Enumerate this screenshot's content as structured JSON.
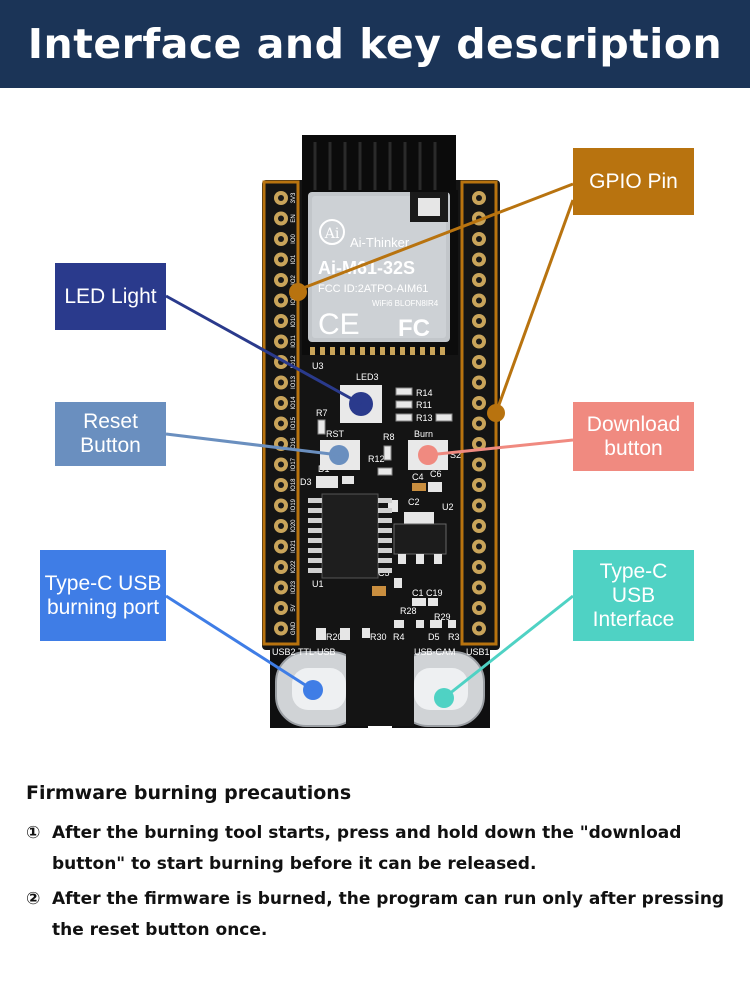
{
  "header": {
    "title": "Interface and key description"
  },
  "callouts": {
    "led": "LED Light",
    "reset": "Reset\nButton",
    "typec_burn": "Type-C USB\nburning port",
    "gpio": "GPIO Pin",
    "download": "Download\nbutton",
    "typec_iface": "Type-C USB\nInterface"
  },
  "colors": {
    "header_bg": "#1b3457",
    "led": "#2a3a8c",
    "reset": "#6a8fbf",
    "typec_burn": "#3f7de6",
    "gpio": "#b8730f",
    "download": "#f08a80",
    "typec_iface": "#4fd2c4"
  },
  "module": {
    "logo": "Ai",
    "brand": "Ai-Thinker",
    "model": "Ai-M61-32S",
    "fcc": "FCC ID:2ATPO-AIM61",
    "wifi": "WiFi6  BLOFN8IR4",
    "ce": "CE",
    "fc": "FC"
  },
  "silkscreen": {
    "u3": "U3",
    "led3": "LED3",
    "rst": "RST",
    "burn": "Burn",
    "r14": "R14",
    "r11": "R11",
    "r13": "R13",
    "r7": "R7",
    "r8": "R8",
    "r12": "R12",
    "s2": "S2",
    "d1": "D1",
    "d3": "D3",
    "c2": "C2",
    "c4": "C4",
    "c6": "C6",
    "u2": "U2",
    "u1": "U1",
    "c5": "C5",
    "c1c19": "C1 C19",
    "r28": "R28",
    "r29": "R29",
    "r20": "R20",
    "r30": "R30",
    "r4": "R4",
    "d5": "D5",
    "r3": "R3",
    "usb2": "USB2",
    "ttl_usb": "TTL-USB",
    "usb_cam": "USB-CAM",
    "usb1": "USB1"
  },
  "pin_labels_left": [
    "3V3",
    "EN",
    "IO0",
    "IO1",
    "IO2",
    "IO3",
    "IO10",
    "IO11",
    "IO12",
    "IO13",
    "IO14",
    "IO15",
    "IO16",
    "IO17",
    "IO18",
    "IO19",
    "IO20",
    "IO21",
    "IO22",
    "IO23",
    "5V",
    "GND"
  ],
  "notes": {
    "title": "Firmware burning precautions",
    "items": [
      {
        "num": "①",
        "text": "After the burning tool starts, press and hold down the \"download button\" to start burning before it can be released."
      },
      {
        "num": "②",
        "text": "After the firmware is burned, the program can run only after pressing the reset button once."
      }
    ]
  }
}
